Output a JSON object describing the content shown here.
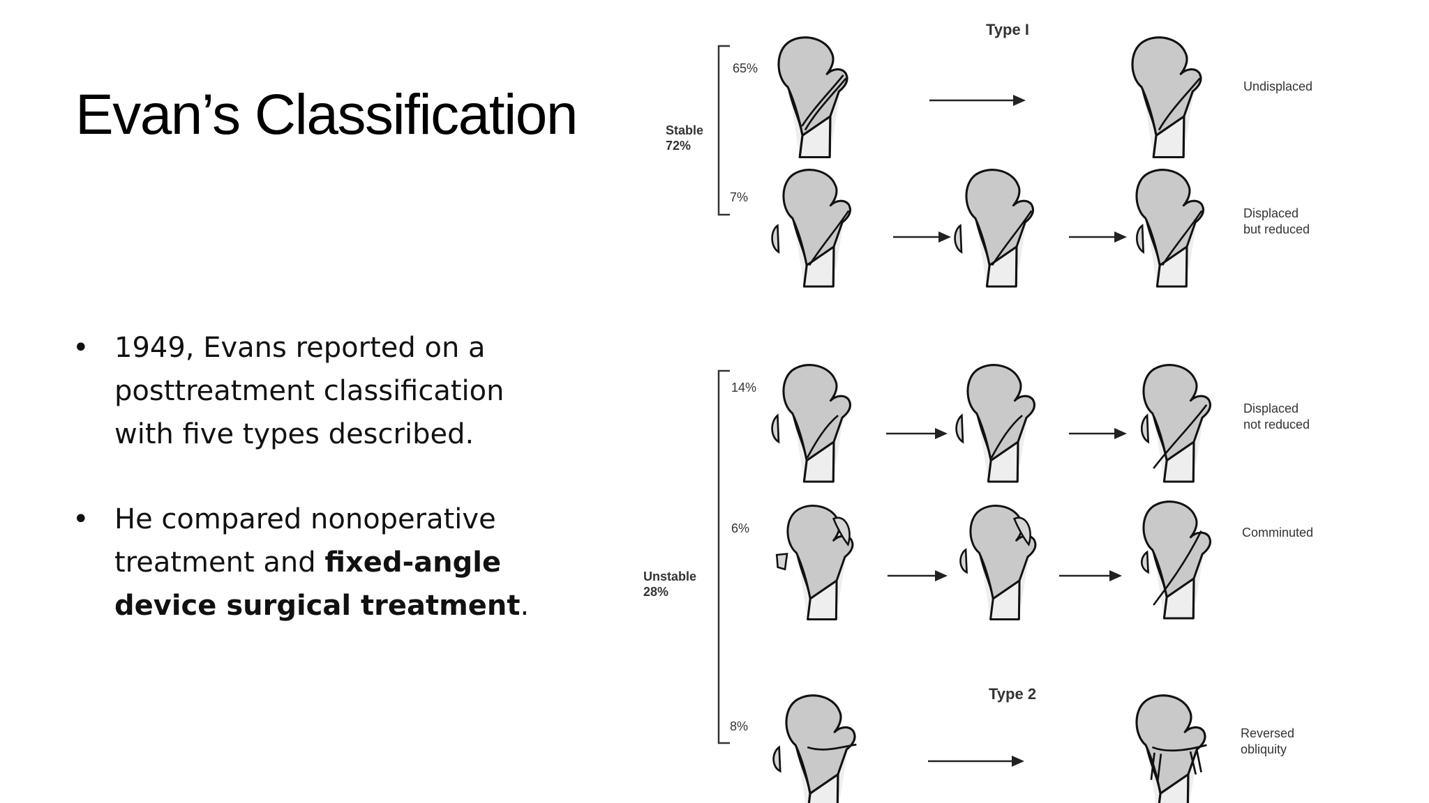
{
  "slide": {
    "title": "Evan’s Classification",
    "bullets": [
      {
        "text_parts": [
          "1949, Evans reported on a posttreatment classification with five types described."
        ],
        "bold_parts": []
      },
      {
        "text_before": "He compared nonoperative treatment and ",
        "text_bold": "fixed-angle device surgical treatment",
        "text_after": "."
      }
    ],
    "bullet_symbol": "•"
  },
  "figure": {
    "type1_heading": "Type I",
    "type2_heading": "Type 2",
    "stable_label": "Stable",
    "stable_pct": "72%",
    "unstable_label": "Unstable",
    "unstable_pct": "28%",
    "rows": [
      {
        "pct": "65%",
        "outcome_line1": "Undisplaced",
        "outcome_line2": ""
      },
      {
        "pct": "7%",
        "outcome_line1": "Displaced",
        "outcome_line2": "but reduced"
      },
      {
        "pct": "14%",
        "outcome_line1": "Displaced",
        "outcome_line2": "not reduced"
      },
      {
        "pct": "6%",
        "outcome_line1": "Comminuted",
        "outcome_line2": ""
      },
      {
        "pct": "8%",
        "outcome_line1": "Reversed",
        "outcome_line2": "obliquity"
      }
    ]
  }
}
